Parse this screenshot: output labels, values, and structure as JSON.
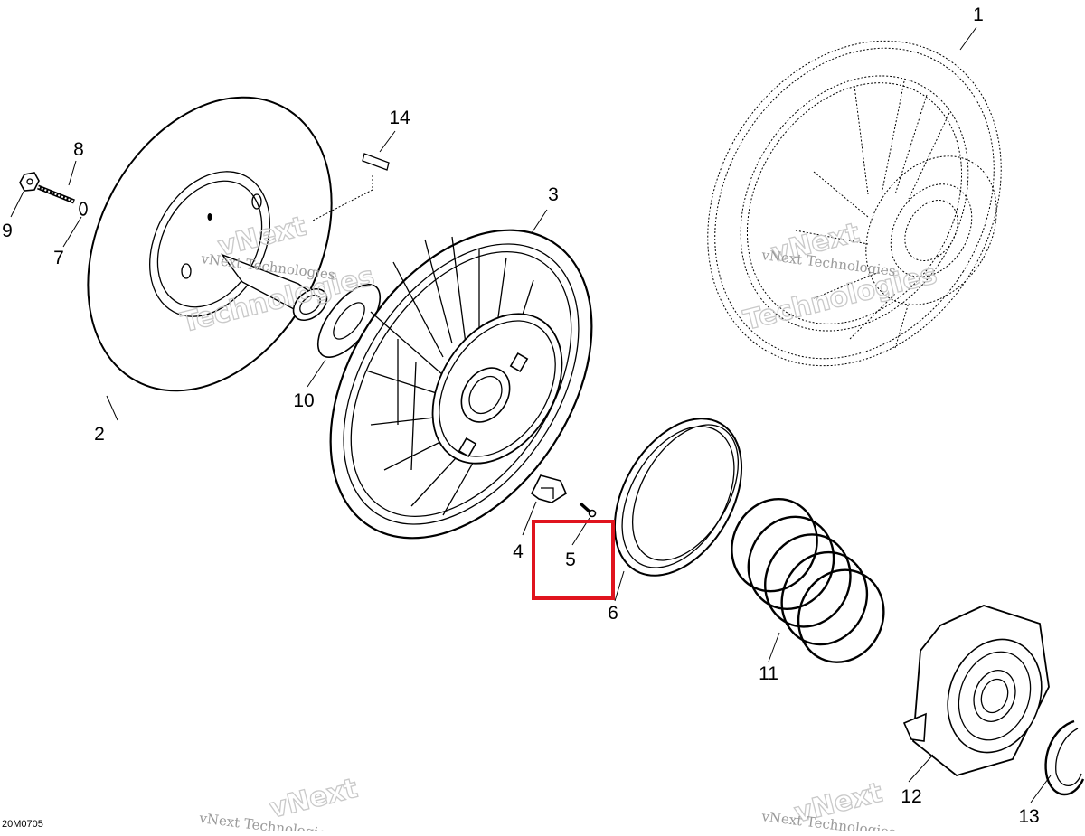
{
  "diagram": {
    "drawing_code": "20M0705",
    "watermark_small": "vNext Technologies",
    "watermark_big": "vNext Technologies",
    "watermark_big_lines": [
      "vNext",
      "Technologies"
    ],
    "highlight_color": "#e0141e",
    "callouts": {
      "c1": "1",
      "c2": "2",
      "c3": "3",
      "c4": "4",
      "c5": "5",
      "c6": "6",
      "c7": "7",
      "c8": "8",
      "c9": "9",
      "c10": "10",
      "c11": "11",
      "c12": "12",
      "c13": "13",
      "c14": "14"
    },
    "highlighted_callout": "5"
  }
}
